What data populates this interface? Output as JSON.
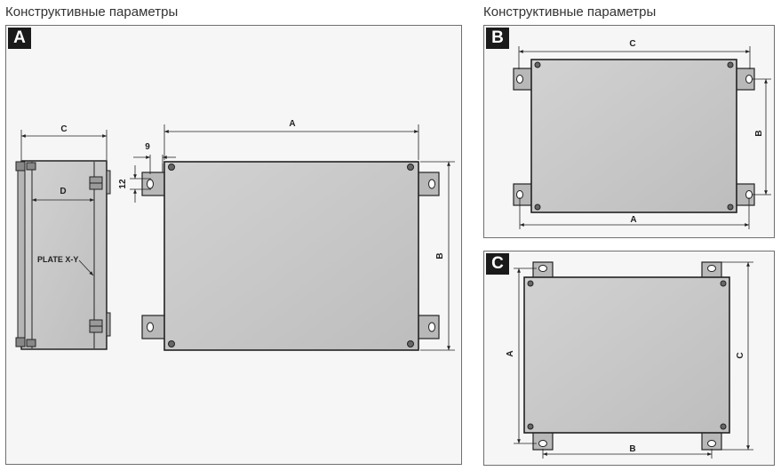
{
  "headings": {
    "left": "Конструктивные параметры",
    "right": "Конструктивные параметры"
  },
  "panels": {
    "a": {
      "badge": "A"
    },
    "b": {
      "badge": "B"
    },
    "c": {
      "badge": "C"
    }
  },
  "dimensions": {
    "a_side_c": "C",
    "a_side_d": "D",
    "a_plate": "PLATE X-Y",
    "a_front_a": "A",
    "a_front_b": "B",
    "a_nine": "9",
    "a_twelve": "12",
    "b_c": "C",
    "b_b": "B",
    "b_a": "A",
    "c_a": "A",
    "c_c": "C",
    "c_b": "B"
  },
  "colors": {
    "panel_fill": "#c6c6c6",
    "frame_fill": "#f6f6f6",
    "badge": "#1a1a1a",
    "line": "#222222"
  }
}
